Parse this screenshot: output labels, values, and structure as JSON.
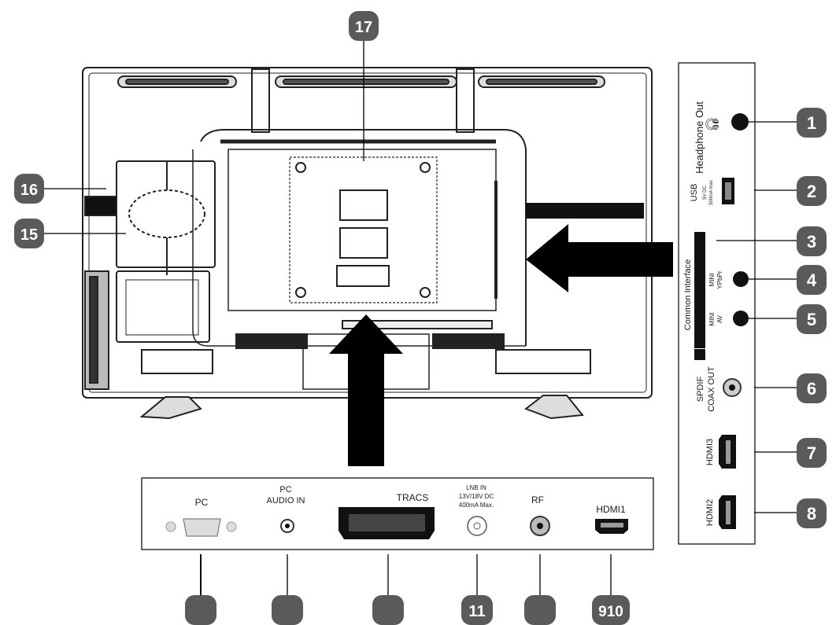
{
  "callouts": {
    "c1": "1",
    "c2": "2",
    "c3": "3",
    "c4": "4",
    "c5": "5",
    "c6": "6",
    "c7": "7",
    "c8": "8",
    "c910": "910",
    "c11": "11",
    "c15": "15",
    "c16": "16",
    "c17": "17"
  },
  "side_panel": {
    "headphone_out": "Headphone Out",
    "usb": "USB",
    "usb_spec_1": "5V DC",
    "usb_spec_2": "500mA max",
    "common_interface": "Common Interface",
    "mini_ypbpr_1": "MINI",
    "mini_ypbpr_2": "YPbPr",
    "mini_av_1": "MINI",
    "mini_av_2": "AV",
    "spdif_1": "SPDIF",
    "spdif_2": "COAX OUT",
    "hdmi3": "HDMI3",
    "hdmi2": "HDMI2"
  },
  "bottom_panel": {
    "pc": "PC",
    "pc_audio_1": "PC",
    "pc_audio_2": "AUDIO IN",
    "scart": "TRACS",
    "lnb_1": "LNB IN",
    "lnb_2": "13V/18V DC",
    "lnb_3": "400mA Max.",
    "rf": "RF",
    "hdmi1": "HDMI1"
  }
}
